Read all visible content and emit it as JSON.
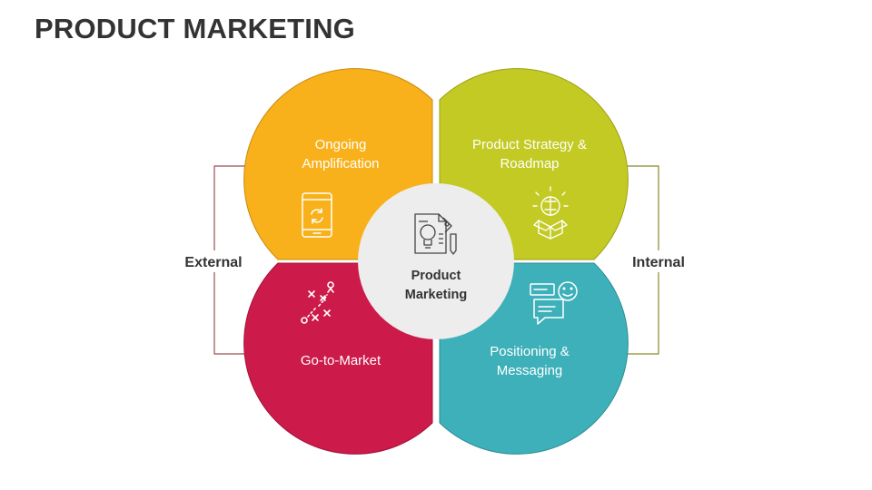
{
  "title": "PRODUCT MARKETING",
  "colors": {
    "orange": "#F8B11B",
    "green": "#C3CA23",
    "red": "#CC1A4A",
    "teal": "#3EB0B9",
    "center": "#EDEDED",
    "bracket_left": "#9C4D50",
    "bracket_right": "#8A8A2C"
  },
  "side_labels": {
    "left": "External",
    "right": "Internal"
  },
  "center": {
    "line1": "Product",
    "line2": "Marketing",
    "icon": "idea-document-icon"
  },
  "quadrants": [
    {
      "key": "top-left",
      "line1": "Ongoing",
      "line2": "Amplification",
      "icon": "mobile-refresh-icon"
    },
    {
      "key": "top-right",
      "line1": "Product Strategy &",
      "line2": "Roadmap",
      "icon": "strategy-box-icon"
    },
    {
      "key": "bottom-left",
      "line1": "Go-to-Market",
      "line2": "",
      "icon": "game-plan-icon"
    },
    {
      "key": "bottom-right",
      "line1": "Positioning &",
      "line2": "Messaging",
      "icon": "chat-smile-icon"
    }
  ]
}
